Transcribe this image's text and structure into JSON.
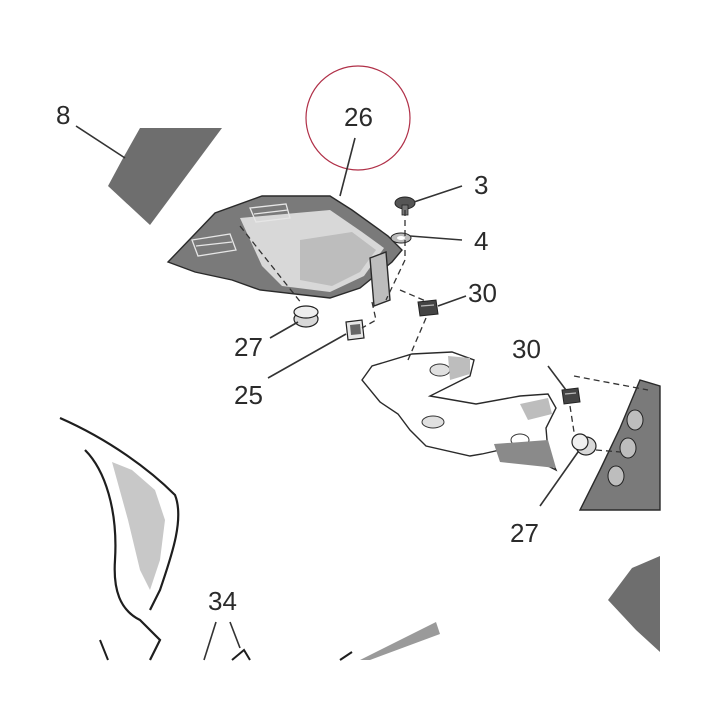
{
  "callouts": {
    "c8": "8",
    "c26": "26",
    "c3": "3",
    "c4": "4",
    "c30a": "30",
    "c27a": "27",
    "c25": "25",
    "c30b": "30",
    "c27b": "27",
    "c34": "34"
  },
  "colors": {
    "highlight_circle": "#b03048",
    "part_fill_dark": "#6e6e6e",
    "part_fill_light": "#c8c8c8",
    "line": "#333333"
  }
}
